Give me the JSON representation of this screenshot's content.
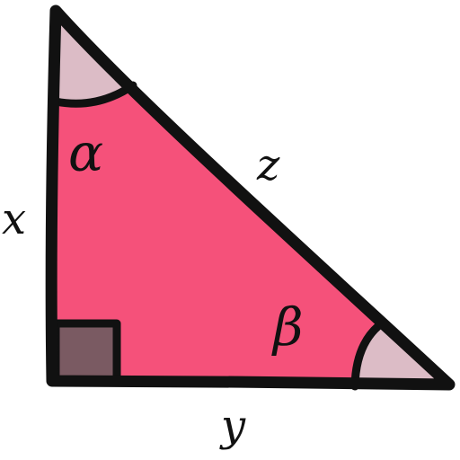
{
  "diagram": {
    "labels": {
      "side_vertical": "x",
      "side_horizontal": "y",
      "hypotenuse": "z",
      "angle_top": "α",
      "angle_right": "β"
    },
    "colors": {
      "triangle_fill": "#f5517a",
      "angle_arc_fill": "#dcbcc6",
      "right_angle_fill": "#7a5a62",
      "outline": "#111111",
      "label": "#111111"
    },
    "icons": {
      "right_angle_marker": "square-icon"
    }
  }
}
